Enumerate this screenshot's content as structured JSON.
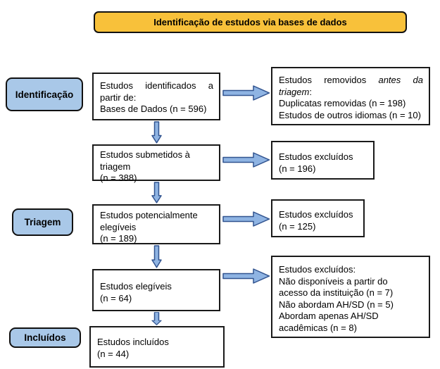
{
  "banner": {
    "label": "Identificação de estudos via bases de dados"
  },
  "stages": [
    {
      "label": "Identificação"
    },
    {
      "label": "Triagem"
    },
    {
      "label": "Incluídos"
    }
  ],
  "main_boxes": [
    {
      "lines": [
        "Estudos identificados a",
        "partir de:",
        "Bases de Dados (n = 596)"
      ]
    },
    {
      "lines": [
        "Estudos submetidos à",
        "triagem",
        "(n = 388)"
      ]
    },
    {
      "lines": [
        "Estudos potencialmente",
        "elegíveis",
        "(n = 189)"
      ]
    },
    {
      "lines": [
        "Estudos elegíveis",
        "(n = 64)"
      ]
    },
    {
      "lines": [
        "Estudos incluídos",
        "(n = 44)"
      ]
    }
  ],
  "right_boxes": [
    {
      "line1_plain": "Estudos removidos",
      "line1_italic": "antes da",
      "line2_italic": "triagem",
      "line2_plain": ":",
      "lines": [
        "Duplicatas removidas (n = 198)",
        "Estudos de outros idiomas (n = 10)"
      ]
    },
    {
      "lines": [
        "Estudos excluídos",
        "(n = 196)"
      ]
    },
    {
      "lines": [
        "Estudos excluídos",
        "(n = 125)"
      ]
    },
    {
      "lines": [
        "Estudos excluídos:",
        "Não disponíveis a partir do",
        "acesso da instituição (n = 7)",
        "Não abordam AH/SD (n = 5)",
        "Abordam apenas AH/SD",
        "acadêmicas (n = 8)"
      ]
    }
  ],
  "colors": {
    "banner_fill": "#F8C13A",
    "stage_fill": "#A9C8E8",
    "arrow_fill": "#8FB4E3",
    "arrow_border": "#31538F"
  }
}
